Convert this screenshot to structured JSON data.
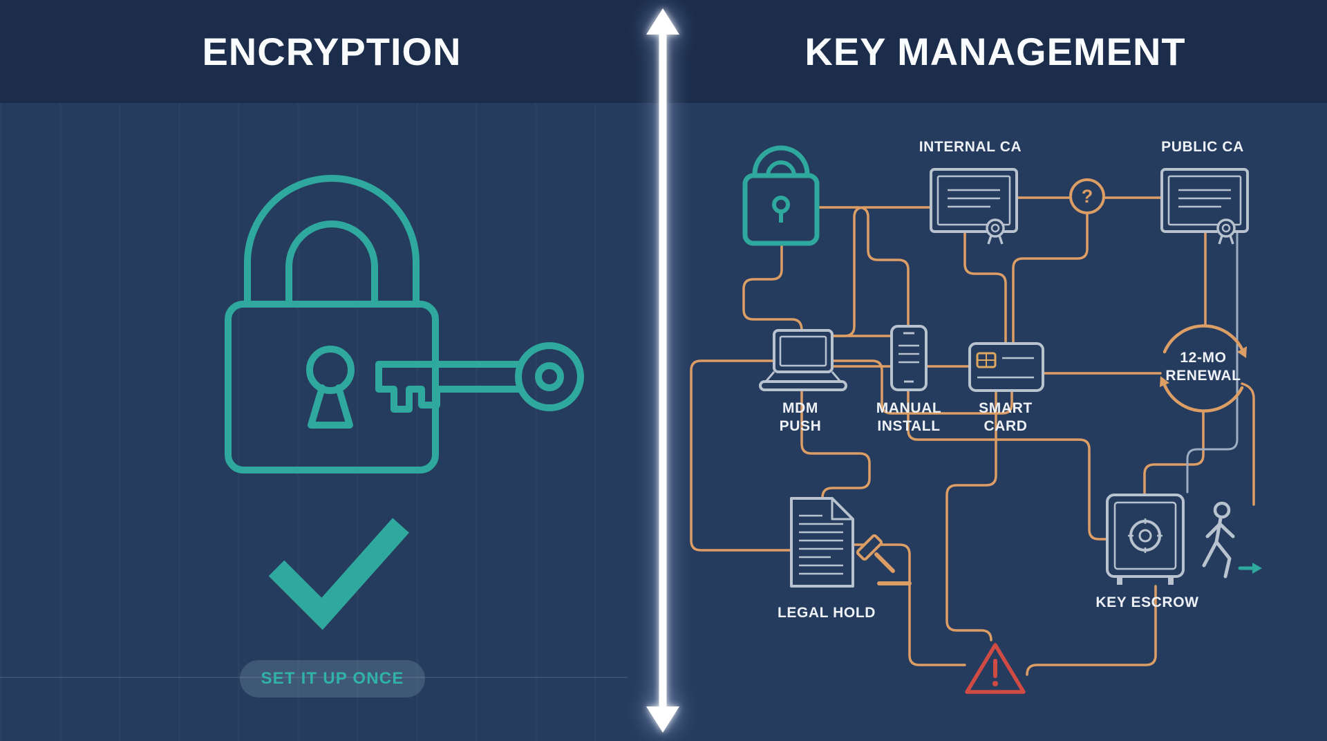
{
  "header": {
    "left_title": "ENCRYPTION",
    "right_title": "KEY MANAGEMENT"
  },
  "encryption_panel": {
    "badge_label": "SET IT UP ONCE",
    "icons": [
      "padlock-with-key-icon",
      "checkmark-icon"
    ]
  },
  "key_management_panel": {
    "labels": {
      "internal_ca": "INTERNAL CA",
      "public_ca": "PUBLIC CA",
      "question_mark": "?",
      "mdm_push": "MDM PUSH",
      "manual_install": "MANUAL INSTALL",
      "smart_card": "SMART CARD",
      "renewal": "12-MO RENEWAL",
      "legal_hold": "LEGAL HOLD",
      "key_escrow": "KEY ESCROW",
      "warning_mark": "!"
    },
    "icons": [
      "padlock-icon",
      "certificate-icon",
      "question-circle-icon",
      "laptop-icon",
      "smartphone-icon",
      "smart-card-icon",
      "renewal-cycle-icon",
      "legal-document-gavel-icon",
      "safe-icon",
      "walking-person-icon",
      "warning-triangle-icon"
    ]
  },
  "divider": {
    "icon": "double-headed-arrow-icon"
  },
  "colors": {
    "background": "#263C5E",
    "header_band": "#1B2D4B",
    "teal": "#2FA89D",
    "orange": "#DD9E66",
    "icon_gray": "#B9C3CF",
    "warning_red": "#CF4B44",
    "text": "#F2F5F8"
  }
}
